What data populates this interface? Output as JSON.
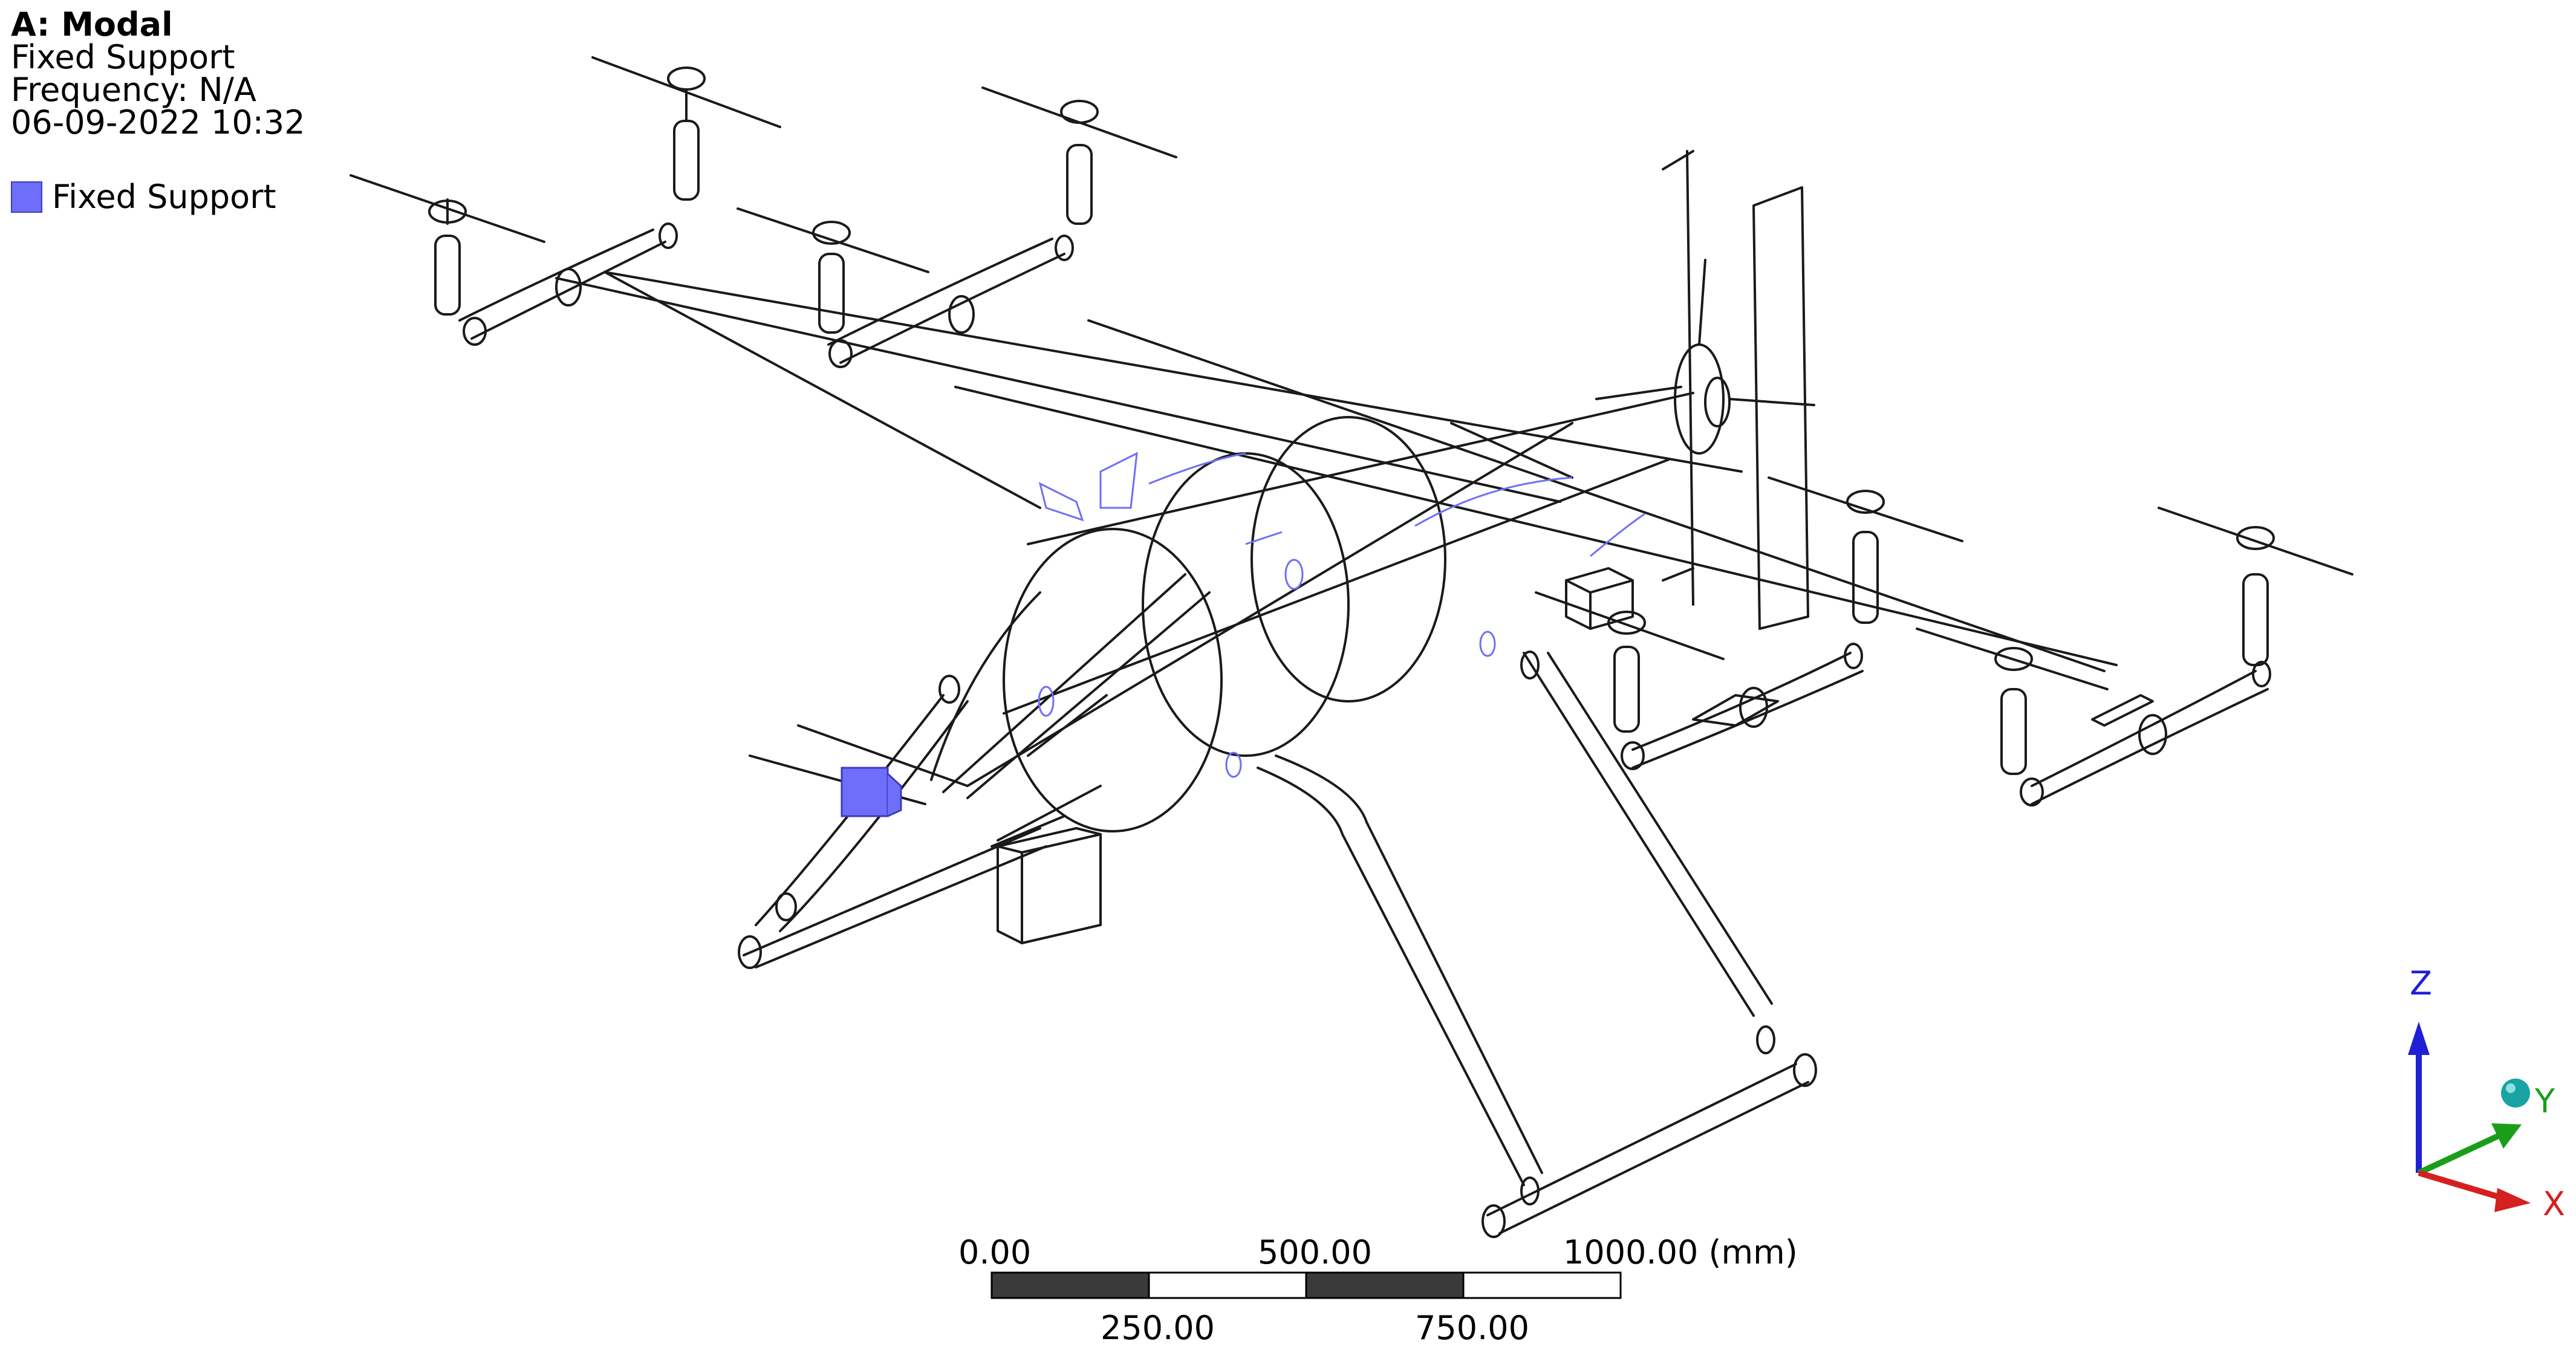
{
  "header": {
    "title": "A: Modal",
    "line1": "Fixed Support",
    "line2": "Frequency: N/A",
    "line3": "06-09-2022 10:32"
  },
  "legend": {
    "label": "Fixed Support",
    "color": "#6e6efa"
  },
  "scale_bar": {
    "top_labels": [
      "0.00",
      "500.00",
      "1000.00 (mm)"
    ],
    "bottom_labels": [
      "250.00",
      "750.00"
    ]
  },
  "triad": {
    "z": "Z",
    "y": "Y",
    "x": "X",
    "z_color": "#1f1fd6",
    "y_color": "#1a9e1a",
    "x_color": "#d61f1f",
    "ball_color": "#19a3a3"
  },
  "colors": {
    "wire": "#1a1a1a",
    "highlight": "#6e6efa",
    "fixed_support": "#6e6efa"
  }
}
